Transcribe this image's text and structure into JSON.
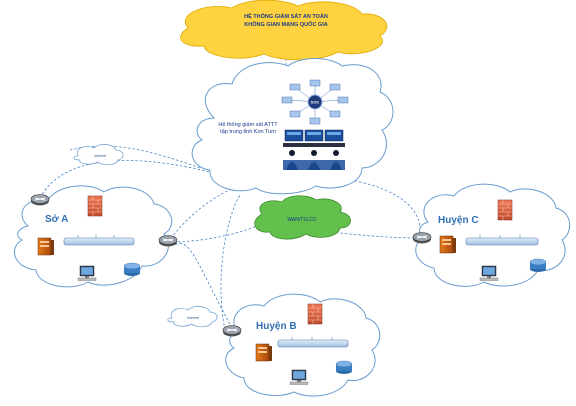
{
  "national_system": {
    "line1": "HỆ THỐNG GIÁM SÁT AN TOÀN",
    "line2": "KHÔNG GIAN MẠNG QUỐC GIA"
  },
  "center": {
    "label_line1": "Hệ thống giám sát ATTT",
    "label_line2": "tập trung tỉnh Kon Tum",
    "hub_label": "SOC"
  },
  "wan": {
    "label": "WAN/TSLCD"
  },
  "nodes": {
    "so_a": {
      "label": "Sở A"
    },
    "huyen_b": {
      "label": "Huyện B"
    },
    "huyen_c": {
      "label": "Huyện C"
    }
  },
  "links": {
    "so_a_internet": "Internet",
    "huyen_b_internet": "Internet"
  },
  "colors": {
    "cloud_border": "#6a9ccf",
    "national_fill": "#ffd23f",
    "wan_fill": "#63c04c",
    "switch_fill": "#cfe0f4",
    "dashed_link": "#4a86c8"
  }
}
